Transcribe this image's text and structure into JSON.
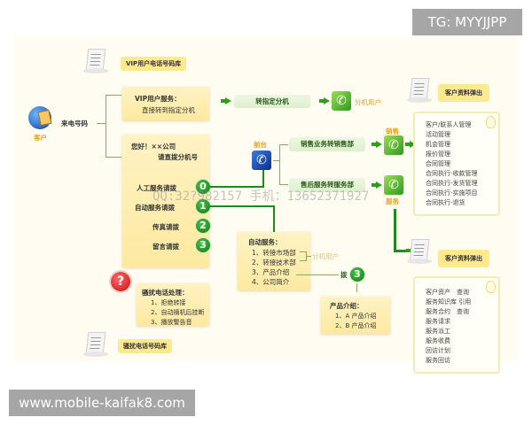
{
  "watermarks": {
    "top_tag": "TG: MYYJJPP",
    "bottom_tag": "www.mobile-kaifak8.com",
    "overlay_text": "QQ:32?982157   手机：13652371927"
  },
  "customer": {
    "label": "客户",
    "call_label": "来电号码"
  },
  "vip_db": {
    "label": "VIP用户电话号码库"
  },
  "vip_service": {
    "title": "VIP用户服务：",
    "desc": "直接转到指定分机",
    "action": "转指定分机",
    "target": "分机用户"
  },
  "ivr": {
    "greeting_line1": "您好！××公司",
    "greeting_line2": "请直拨分机号",
    "options": [
      {
        "key": "0",
        "label": "人工服务请拨"
      },
      {
        "key": "1",
        "label": "自动服务请拨"
      },
      {
        "key": "2",
        "label": "传真请拨"
      },
      {
        "key": "3",
        "label": "留言请拨"
      }
    ]
  },
  "front_desk": {
    "label": "前台",
    "routes": [
      {
        "label": "销售业务转销售部",
        "target": "销售"
      },
      {
        "label": "售后服务转服务部",
        "target": "服务"
      }
    ]
  },
  "auto_service": {
    "title": "自动服务：",
    "items": [
      "1、转接市场部",
      "2、转接技术部",
      "3、产品介绍",
      "4、公司简介"
    ],
    "ext_label": "分机用户",
    "dial_label": "拨",
    "dial_key": "3"
  },
  "product_intro": {
    "title": "产品介绍：",
    "items": [
      "1、A 产品介绍",
      "2、B 产品介绍"
    ]
  },
  "harass": {
    "title": "骚扰电话处理：",
    "items": [
      "1、拒绝转接",
      "2、自动摘机后挂断",
      "3、播放警告音"
    ],
    "db_label": "骚扰电话号码库"
  },
  "sales_popup": {
    "label": "客户资料弹出",
    "items": [
      "客户/联系人管理",
      "活动管理",
      "机会管理",
      "报价管理",
      "合同管理",
      "合同执行-收款管理",
      "合同执行-发货管理",
      "合同执行-实施项目",
      "合同执行-退货"
    ]
  },
  "service_popup": {
    "label": "客户资料弹出",
    "items": [
      "客户资产　查询",
      "服务知识库 引用",
      "服务合约　查询",
      "服务请求",
      "服务派工",
      "服务收费",
      "回访计划",
      "服务回访"
    ]
  },
  "colors": {
    "background": "#fffdf2",
    "yellow_box": "#fde9a0",
    "green_line": "#1f8a1f",
    "orange_text": "#f0a020",
    "tag_gray": "#a6a6a6"
  }
}
